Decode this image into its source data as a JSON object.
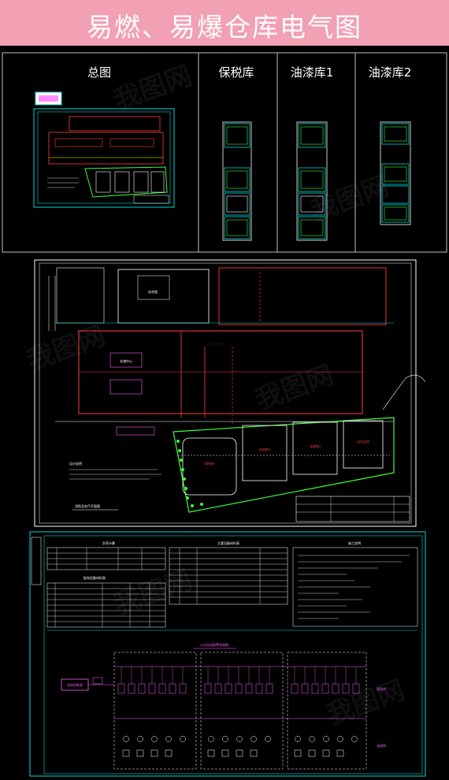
{
  "banner": {
    "title": "易燃、易爆仓库电气图"
  },
  "overview": {
    "sheets": [
      {
        "label": "总图"
      },
      {
        "label": "保税库"
      },
      {
        "label": "油漆库1"
      },
      {
        "label": "油漆库2"
      }
    ]
  },
  "site_plan": {
    "notes_title": "设计说明",
    "plan_title": "消防及电气平面图",
    "labels": [
      "综合楼",
      "仓储中心",
      "保税库",
      "油漆库1",
      "油漆库2",
      "化学品库"
    ]
  },
  "system_sheet": {
    "table1_title": "负荷计算",
    "table2_title": "主要设备材料表",
    "table3_title": "施工说明",
    "table4_title": "配电设备材料表",
    "diagram_title": "火灾自动报警系统图",
    "panel_label": "消防控制室",
    "side_label_1": "保税库",
    "side_label_2": "油漆库"
  },
  "colors": {
    "banner": "#f2a0b3",
    "frame": "#00d8d8",
    "walls": "#ffffff",
    "fire_lines": "#ff3b3b",
    "devices": "#ff5cff",
    "text": "#ffffff",
    "trees": "#3cff3c"
  }
}
